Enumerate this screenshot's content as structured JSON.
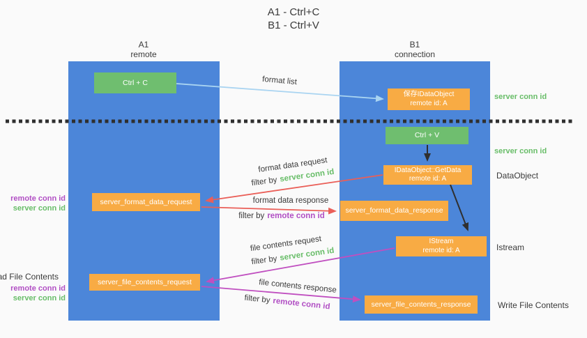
{
  "title": {
    "line1": "A1 - Ctrl+C",
    "line2": "B1 - Ctrl+V"
  },
  "colors": {
    "bg": "#fafafa",
    "lane_blue": "#4c86d9",
    "green_box": "#6fbe6f",
    "orange_box": "#f8ab44",
    "green_text": "#68bd68",
    "purple_text": "#b14fc4",
    "red_arrow": "#ea5f58",
    "magenta_arrow": "#c04fc0",
    "lightblue_arrow": "#a9d4f1",
    "black_arrow": "#2f2f2f",
    "dark_text": "#3a3a3a"
  },
  "lanes": {
    "left": {
      "title": "A1",
      "subtitle": "remote"
    },
    "right": {
      "title": "B1",
      "subtitle": "connection"
    }
  },
  "nodes": {
    "ctrl_c": {
      "label": "Ctrl + C"
    },
    "save_dataobject": {
      "line1": "保存IDataObject",
      "line2": "remote id: A"
    },
    "ctrl_v": {
      "label": "Ctrl + V"
    },
    "getdata": {
      "line1": "IDataObject::GetData",
      "line2": "remote id: A"
    },
    "format_request": {
      "label": "server_format_data_request"
    },
    "format_response": {
      "label": "server_format_data_response"
    },
    "istream": {
      "line1": "IStream",
      "line2": "remote id: A"
    },
    "file_request": {
      "label": "server_file_contents_request"
    },
    "file_response": {
      "label": "server_file_contents_response"
    }
  },
  "flow_labels": {
    "format_list": "format list",
    "format_data_request": "format data request",
    "format_data_response": "format data response",
    "file_contents_request": "file contents request",
    "file_contents_response": "file contents response",
    "filter_by": "filter by",
    "server_conn_id": "server conn id",
    "remote_conn_id": "remote conn id"
  },
  "side_labels": {
    "server_conn_id_top": "server conn id",
    "server_conn_id_mid": "server conn id",
    "dataobject": "DataObject",
    "istream": "Istream",
    "write_file_contents": "Write File Contents",
    "read_file_contents": "Read File Contents",
    "left_mid_remote": "remote conn id",
    "left_mid_server": "server conn id",
    "left_bottom_remote": "remote conn id",
    "left_bottom_server": "server conn id"
  }
}
